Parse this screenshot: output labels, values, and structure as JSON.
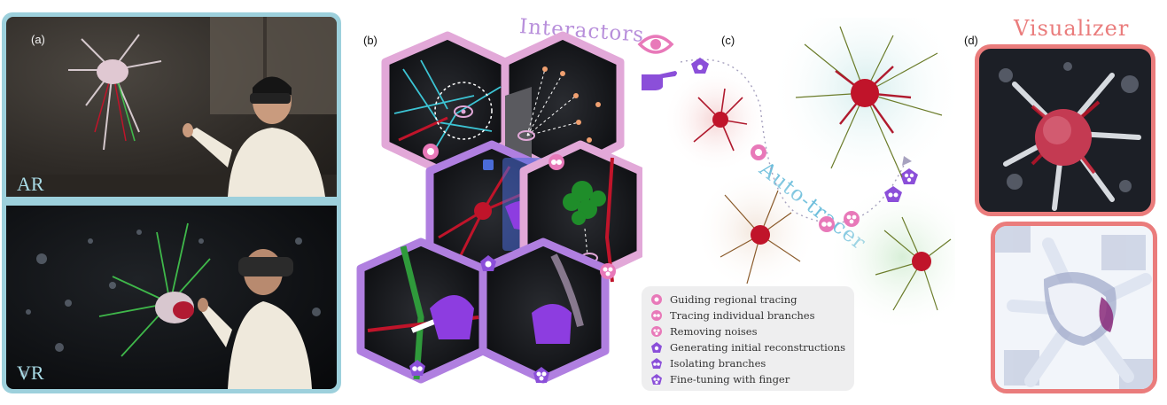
{
  "panels": {
    "a": {
      "label": "(a)",
      "ar_label": "AR",
      "vr_label": "VR"
    },
    "b": {
      "label": "(b)",
      "title": "Interactors"
    },
    "c": {
      "label": "(c)",
      "title": "Auto-tracer"
    },
    "d": {
      "label": "(d)",
      "title": "Visualizer"
    }
  },
  "legend": {
    "items": [
      {
        "label": "Guiding regional tracing",
        "icon": "circle-dot-icon",
        "color": "#e879b9"
      },
      {
        "label": "Tracing individual branches",
        "icon": "circle-two-dots-icon",
        "color": "#e879b9"
      },
      {
        "label": "Removing noises",
        "icon": "circle-three-dots-icon",
        "color": "#e879b9"
      },
      {
        "label": "Generating initial reconstructions",
        "icon": "pentagon-dot-icon",
        "color": "#8b4fd9"
      },
      {
        "label": "Isolating branches",
        "icon": "pentagon-two-dots-icon",
        "color": "#8b4fd9"
      },
      {
        "label": "Fine-tuning with finger",
        "icon": "pentagon-three-dots-icon",
        "color": "#8b4fd9"
      }
    ]
  },
  "colors": {
    "panel_a_border": "#9dd0dc",
    "interactor_pink": "#e2a8d8",
    "interactor_purple": "#b07fe0",
    "autotracer_title": "#6fbfdc",
    "interactors_title": "#b88fdb",
    "visualizer": "#ea7c7c",
    "neuron_red": "#c0142a"
  }
}
